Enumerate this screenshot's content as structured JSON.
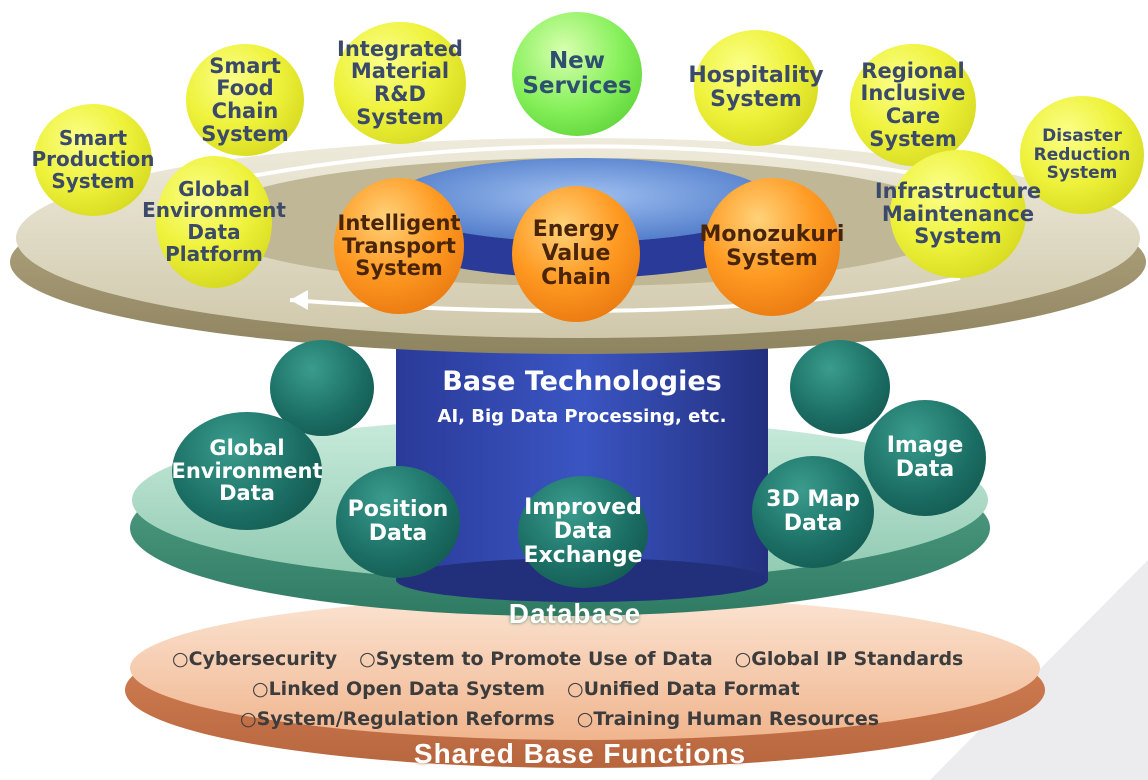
{
  "application_ring": {
    "nodes": [
      {
        "lines": [
          "Smart",
          "Production",
          "System"
        ]
      },
      {
        "lines": [
          "Smart",
          "Food Chain",
          "System"
        ]
      },
      {
        "lines": [
          "Integrated",
          "Material R&D",
          "System"
        ]
      },
      {
        "lines": [
          "New",
          "Services"
        ]
      },
      {
        "lines": [
          "Hospitality",
          "System"
        ]
      },
      {
        "lines": [
          "Regional",
          "Inclusive Care",
          "System"
        ]
      },
      {
        "lines": [
          "Disaster",
          "Reduction",
          "System"
        ]
      },
      {
        "lines": [
          "Global",
          "Environment",
          "Data",
          "Platform"
        ]
      },
      {
        "lines": [
          "Intelligent",
          "Transport",
          "System"
        ]
      },
      {
        "lines": [
          "Energy",
          "Value",
          "Chain"
        ]
      },
      {
        "lines": [
          "Monozukuri",
          "System"
        ]
      },
      {
        "lines": [
          "Infrastructure",
          "Maintenance",
          "System"
        ]
      }
    ]
  },
  "core": {
    "title": "Base Technologies",
    "subtitle": "AI, Big Data Processing, etc."
  },
  "database": {
    "label": "Database",
    "nodes": [
      {
        "lines": [
          "Global",
          "Environment",
          "Data"
        ]
      },
      {
        "lines": [
          "Position",
          "Data"
        ]
      },
      {
        "lines": [
          "Improved",
          "Data",
          "Exchange"
        ]
      },
      {
        "lines": [
          "3D Map",
          "Data"
        ]
      },
      {
        "lines": [
          "Image",
          "Data"
        ]
      }
    ]
  },
  "shared": {
    "label": "Shared Base Functions",
    "rows": [
      [
        "○Cybersecurity",
        "○System to Promote Use of Data",
        "○Global IP Standards"
      ],
      [
        "○Linked Open Data System",
        "○Unified Data Format"
      ],
      [
        "○System/Regulation Reforms",
        "○Training Human Resources"
      ]
    ]
  },
  "colors": {
    "yellow_node": "#eef23a",
    "green_node": "#86f05a",
    "orange_node": "#ff9a22",
    "teal_node": "#1b6e64",
    "core_blue": "#2d3e9a",
    "ring_beige": "#d8d2ba",
    "database_disc": "#a9d8c4",
    "shared_disc": "#f6c9a8"
  }
}
